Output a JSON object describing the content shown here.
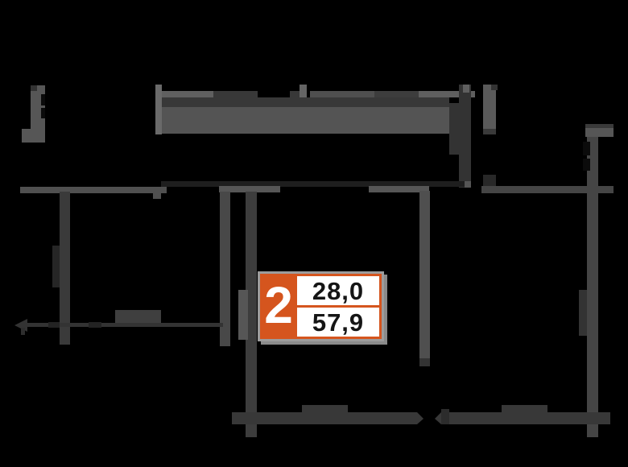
{
  "plan": {
    "unit_label": {
      "number": "2",
      "area_top": "28,0",
      "area_bottom": "57,9"
    },
    "colors": {
      "background": "#000000",
      "accent": "#d5551e",
      "label_border": "#9c9c9c",
      "label_shadow": "#8a8a8a",
      "cell_bg": "#ffffff",
      "number_color": "#ffffff",
      "value_color": "#151515",
      "wall_light": "#565656",
      "wall_mid": "#484848",
      "wall_dark": "#383838",
      "wall_faint": "#1e1e1e"
    }
  }
}
